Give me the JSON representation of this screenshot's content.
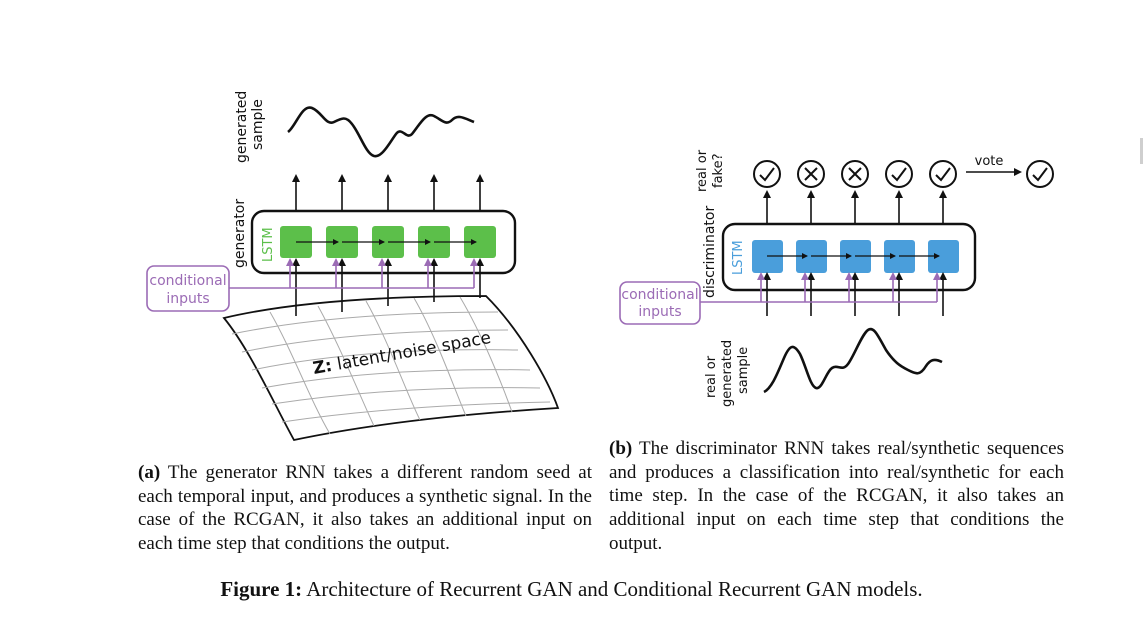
{
  "panel_a": {
    "generated_sample_label_1": "generated",
    "generated_sample_label_2": "sample",
    "generator_label": "generator",
    "lstm_label": "LSTM",
    "conditional_label_1": "conditional",
    "conditional_label_2": "inputs",
    "latent_label_bold": "Z:",
    "latent_label_rest": " latent/noise space",
    "caption_tag": "(a)",
    "caption_text": " The generator RNN takes a different random seed at each temporal input, and produces a synthetic signal. In the case of the RCGAN, it also takes an additional input on each time step that conditions the output."
  },
  "panel_b": {
    "real_fake_label_1": "real or",
    "real_fake_label_2": "fake?",
    "vote_label": "vote",
    "discriminator_label": "discriminator",
    "lstm_label": "LSTM",
    "conditional_label_1": "conditional",
    "conditional_label_2": "inputs",
    "sample_label_1": "real or",
    "sample_label_2": "generated",
    "sample_label_3": "sample",
    "outputs": [
      "check",
      "cross",
      "cross",
      "check",
      "check"
    ],
    "vote_result": "check",
    "caption_tag": "(b)",
    "caption_text": " The discriminator RNN takes real/synthetic sequences and produces a classification into real/synthetic for each time step. In the case of the RCGAN, it also takes an additional input on each time step that conditions the output."
  },
  "figure_caption": {
    "label": "Figure 1:",
    "text": " Architecture of Recurrent GAN and Conditional Recurrent GAN models."
  },
  "colors": {
    "generator_cell": "#5cbf4a",
    "discriminator_cell": "#4a9edb",
    "conditional": "#9b6bb5"
  }
}
